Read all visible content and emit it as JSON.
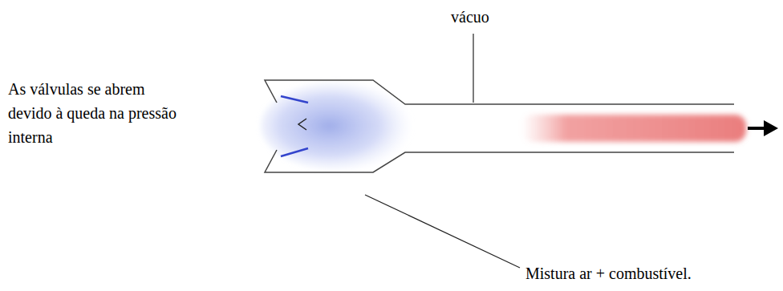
{
  "diagram": {
    "labels": [
      "vácuo",
      "As válvulas se abrem devido à queda na pressão interna",
      "Mistura ar + combustível."
    ]
  }
}
